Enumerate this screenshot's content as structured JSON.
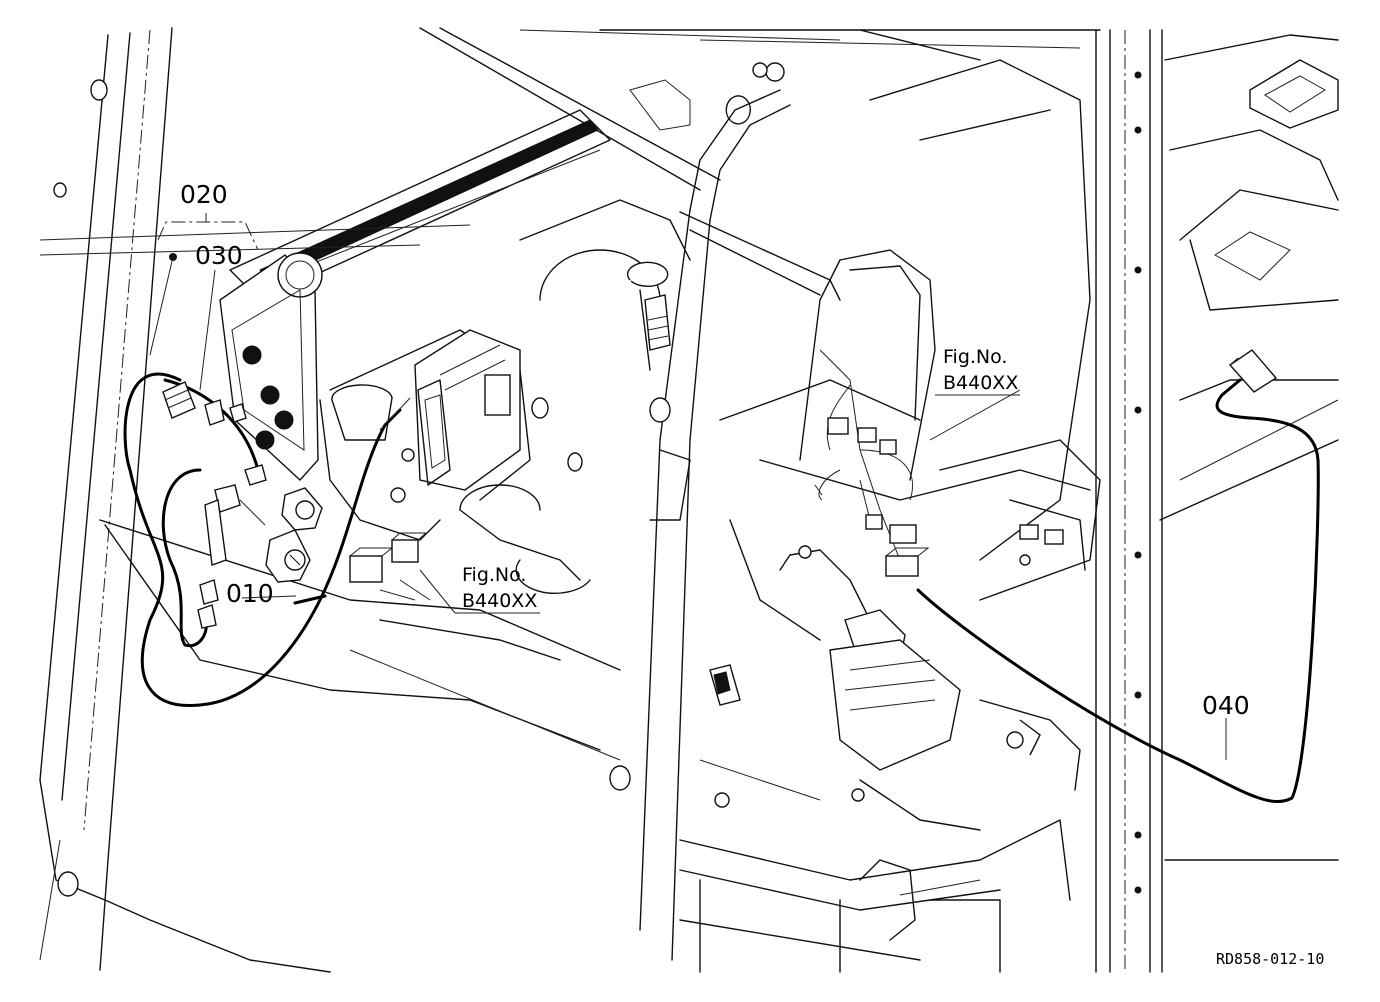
{
  "diagram": {
    "part_labels": {
      "p010": "010",
      "p020": "020",
      "p030": "030",
      "p040": "040"
    },
    "figure_refs": {
      "left": {
        "line1": "Fig.No.",
        "line2": "B440XX"
      },
      "right": {
        "line1": "Fig.No.",
        "line2": "B440XX"
      }
    },
    "drawing_code": "RD858-012-10"
  }
}
